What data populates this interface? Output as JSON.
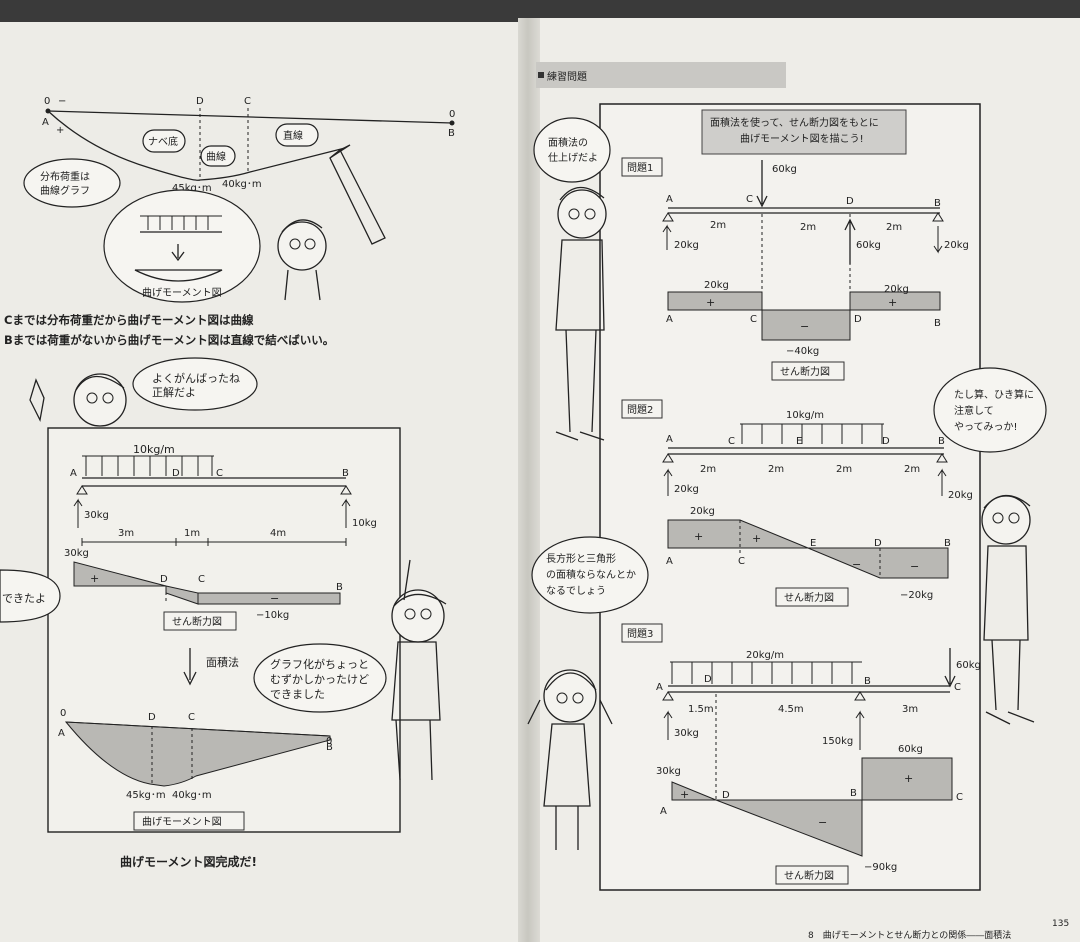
{
  "left": {
    "top_diagram": {
      "left_zero": "0",
      "minus": "−",
      "right_zero": "0",
      "A": "A",
      "B": "B",
      "D": "D",
      "C": "C",
      "plus": "+",
      "nabezoko": "ナベ底",
      "kyokusen": "曲線",
      "chokusen": "直線",
      "m45": "45kg･m",
      "m40": "40kg･m",
      "bubble_bunpu": [
        "分布荷重は",
        "曲線グラフ"
      ],
      "thought_label": "曲げモーメント図"
    },
    "explain_lines": [
      "Cまでは分布荷重だから曲げモーメント図は曲線",
      "Bまでは荷重がないから曲げモーメント図は直線で結べばいい。"
    ],
    "bubble_good": [
      "よくがんばったね",
      "正解だよ"
    ],
    "bubble_dekita": "できたよ",
    "bubble_graph": [
      "グラフ化がちょっと",
      "むずかしかったけど",
      "できました"
    ],
    "beam": {
      "load": "10kg/m",
      "A": "A",
      "D": "D",
      "C": "C",
      "B": "B",
      "ra": "30kg",
      "rb": "10kg",
      "dims": [
        "3m",
        "1m",
        "4m"
      ]
    },
    "shear": {
      "top_val": "30kg",
      "plus": "+",
      "minus": "−",
      "D": "D",
      "C": "C",
      "B": "B",
      "bottom_val": "−10kg",
      "label": "せん断力図"
    },
    "arrow_label": "面積法",
    "moment": {
      "left_zero": "0",
      "right_zero": "0",
      "A": "A",
      "D": "D",
      "C": "C",
      "B": "B",
      "m45": "45kg･m",
      "m40": "40kg･m",
      "label": "曲げモーメント図"
    },
    "completion": "曲げモーメント図完成だ!"
  },
  "right": {
    "section_tag": "練習問題",
    "instruction": [
      "面積法を使って、せん断力図をもとに",
      "曲げモーメント図を描こう!"
    ],
    "bubble_shiage": [
      "面積法の",
      "仕上げだよ"
    ],
    "bubble_tashizan": [
      "たし算、ひき算に",
      "注意して",
      "やってみっか!"
    ],
    "bubble_chouhoukei": [
      "長方形と三角形",
      "の面積ならなんとか",
      "なるでしょう"
    ],
    "p1": {
      "title": "問題1",
      "load_c": "60kg",
      "load_d": "60kg",
      "A": "A",
      "C": "C",
      "D": "D",
      "B": "B",
      "dims": [
        "2m",
        "2m",
        "2m"
      ],
      "ra": "20kg",
      "rb": "20kg",
      "shear_top_left": "20kg",
      "shear_top_right": "20kg",
      "plus": "+",
      "minus": "−",
      "shear_min": "−40kg",
      "label": "せん断力図"
    },
    "p2": {
      "title": "問題2",
      "load": "10kg/m",
      "A": "A",
      "C": "C",
      "E": "E",
      "D": "D",
      "B": "B",
      "dims": [
        "2m",
        "2m",
        "2m",
        "2m"
      ],
      "ra": "20kg",
      "rb": "20kg",
      "shear_top": "20kg",
      "plus": "+",
      "minus": "−",
      "shear_min": "−20kg",
      "label": "せん断力図"
    },
    "p3": {
      "title": "問題3",
      "load": "20kg/m",
      "load_c": "60kg",
      "A": "A",
      "D": "D",
      "B": "B",
      "C": "C",
      "dims": [
        "1.5m",
        "4.5m",
        "3m"
      ],
      "ra": "30kg",
      "rb": "150kg",
      "shear_left": "30kg",
      "shear_right": "60kg",
      "plus": "+",
      "minus": "−",
      "shear_min": "−90kg",
      "label": "せん断力図"
    },
    "footer": "8　曲げモーメントとせん断力との関係――面積法",
    "page_number": "135"
  }
}
